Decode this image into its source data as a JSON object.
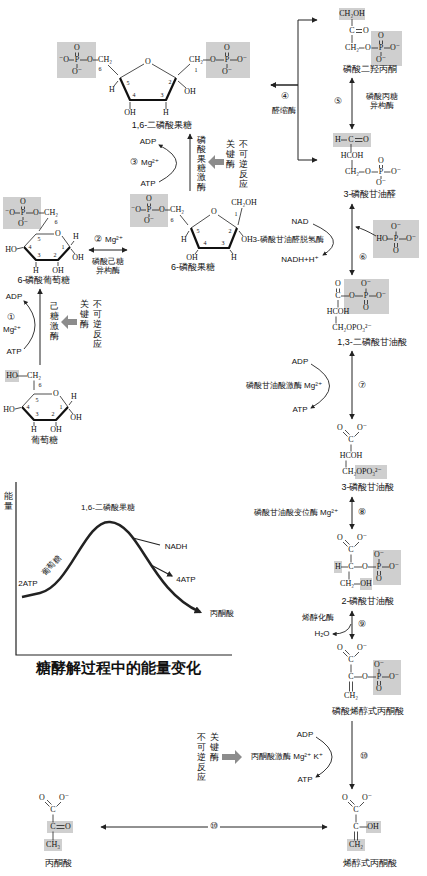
{
  "diagram": {
    "nodes": [
      {
        "text": [
          "葡萄糖"
        ]
      },
      {
        "text": [
          "6-磷酸葡萄糖"
        ]
      },
      {
        "text": [
          "6-磷酸果糖"
        ]
      },
      {
        "text": [
          "1,6-二磷酸果糖"
        ]
      },
      {
        "text": [
          "磷酸二羟丙酮"
        ]
      },
      {
        "text": [
          "3-磷酸甘油醛"
        ]
      },
      {
        "text": [
          "1,3-二磷酸甘油酸"
        ]
      },
      {
        "text": [
          "3-磷酸甘油酸"
        ]
      },
      {
        "text": [
          "2-磷酸甘油酸"
        ]
      },
      {
        "text": [
          "磷酸烯醇式丙酮酸"
        ]
      },
      {
        "text": [
          "烯醇式丙酮酸"
        ]
      },
      {
        "text": [
          "丙酮酸"
        ]
      }
    ],
    "edges": [
      {
        "from": 0,
        "to": 1,
        "arrow": "to",
        "label": "己糖激酶"
      },
      {
        "from": 1,
        "to": 2,
        "arrow": "both",
        "label": "磷酸己糖异构酶"
      },
      {
        "from": 2,
        "to": 3,
        "arrow": "to",
        "label": "磷酸果糖激酶"
      },
      {
        "from": 3,
        "to": 4,
        "arrow": "both",
        "label": "醛缩酶"
      },
      {
        "from": 3,
        "to": 5,
        "arrow": "both"
      },
      {
        "from": 4,
        "to": 5,
        "arrow": "both",
        "label": "磷酸丙糖异构酶"
      },
      {
        "from": 5,
        "to": 6,
        "arrow": "both",
        "label": "3-磷酸甘油醛脱氢酶"
      },
      {
        "from": 6,
        "to": 7,
        "arrow": "both",
        "label": "磷酸甘油酸激酶 Mg²⁺"
      },
      {
        "from": 7,
        "to": 8,
        "arrow": "both",
        "label": "磷酸甘油酸变位酶 Mg²⁺"
      },
      {
        "from": 8,
        "to": 9,
        "arrow": "both",
        "label": "烯醇化酶"
      },
      {
        "from": 9,
        "to": 10,
        "arrow": "to",
        "label": "丙酮酸激酶 Mg²⁺ K⁺"
      },
      {
        "from": 10,
        "to": 11,
        "arrow": "both",
        "label": "⑩"
      }
    ],
    "labels": [
      "CH₂OH",
      "C",
      "O",
      "O",
      "CH₂",
      "O",
      "P",
      "O⁻",
      "O⁻",
      "O",
      "⁻O",
      "P",
      "O",
      "CH₂",
      "O⁻",
      "6",
      "O",
      "5",
      "4",
      "3",
      "2",
      "1",
      "H",
      "OH",
      "OH",
      "H",
      "O",
      "CH₂",
      "O",
      "P",
      "O⁻",
      "O⁻",
      "④",
      "⑤",
      "H",
      "C",
      "O",
      "HCOH",
      "O",
      "CH₂",
      "O",
      "P",
      "O⁻",
      "O⁻",
      "ADP",
      "③",
      "Mg²⁺",
      "ATP",
      "关键酶",
      "不可逆反应",
      "O",
      "CH₂OH",
      "⁻O",
      "P",
      "O",
      "CH₂",
      "O",
      "1",
      "6",
      "O⁻",
      "5",
      "2",
      "H",
      "OH",
      "4",
      "3",
      "OH",
      "H",
      "O",
      "⁻O",
      "P",
      "O",
      "CH₂",
      "6",
      "O⁻",
      "O",
      "H",
      "5",
      "4",
      "1",
      "HO",
      "3",
      "2",
      "OH",
      "H",
      "OH",
      "②",
      "Mg²⁺",
      "NAD",
      "O⁻",
      "HO",
      "P",
      "O⁻",
      "O",
      "⑥",
      "NADH+H⁺",
      "ADP",
      "①",
      "Mg²⁺",
      "ATP",
      "关键酶",
      "不可逆反应",
      "O",
      "O⁻",
      "C",
      "O",
      "P",
      "O⁻",
      "O",
      "HCOH",
      "CH₂OPO₃²⁻",
      "ADP",
      "⑦",
      "ATP",
      "HO",
      "CH₂",
      "6",
      "O",
      "H",
      "5",
      "4",
      "1",
      "HO",
      "3",
      "2",
      "OH",
      "H",
      "OH",
      "O",
      "O⁻",
      "C",
      "HCOH",
      "CH₂OPO₃²⁻",
      "能量",
      "1,6-二磷酸果糖",
      "NADH",
      "葡萄糖",
      "4ATP",
      "2ATP",
      "丙酮酸",
      "糖酵解过程中的能量变化",
      "⑧",
      "O",
      "O⁻",
      "C",
      "O⁻",
      "H",
      "C",
      "O",
      "P",
      "O⁻",
      "O",
      "CH₂",
      "OH",
      "⑨",
      "H₂O",
      "O",
      "O⁻",
      "C",
      "O⁻",
      "C",
      "O",
      "P",
      "O⁻",
      "O",
      "CH₂",
      "不可逆反应",
      "关键酶",
      "ADP",
      "⑩",
      "ATP",
      "O",
      "O⁻",
      "C",
      "C",
      "OH",
      "CH₂",
      "O",
      "O⁻",
      "C",
      "C",
      "O",
      "CH₃"
    ]
  }
}
